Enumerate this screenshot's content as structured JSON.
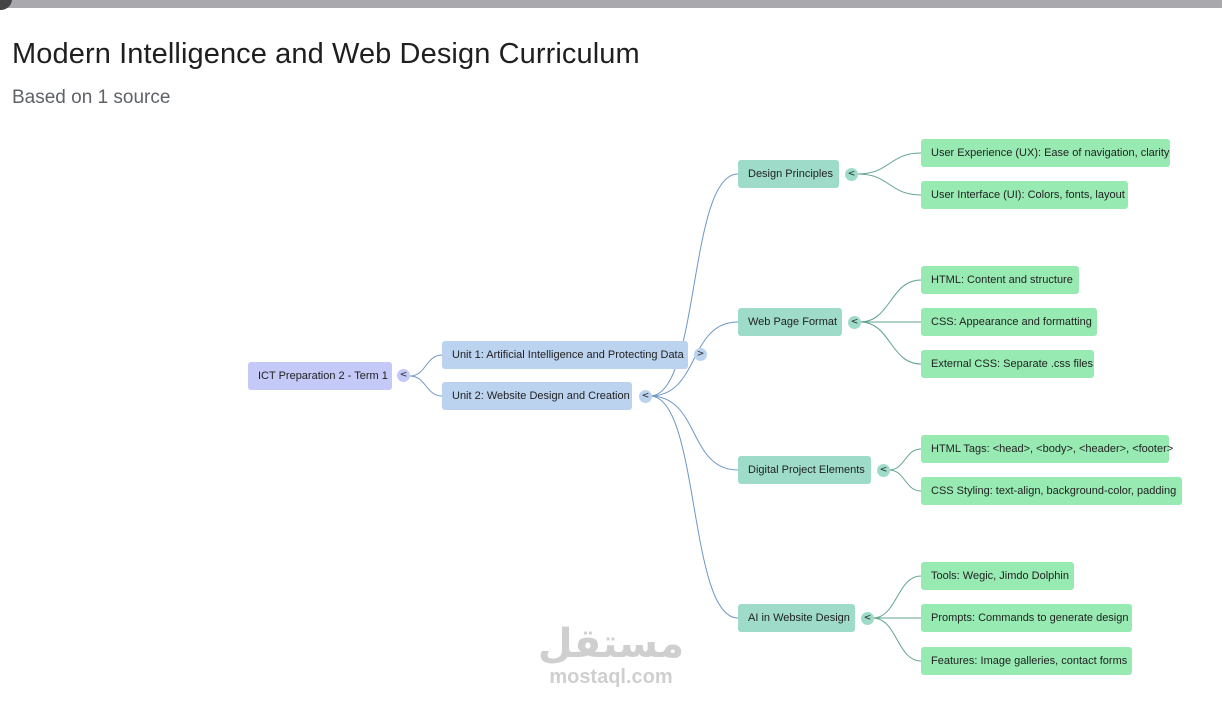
{
  "page": {
    "title": "Modern Intelligence and Web Design Curriculum",
    "subtitle": "Based on 1 source"
  },
  "mindmap": {
    "root": {
      "label": "ICT Preparation 2 - Term 1",
      "toggle": "<"
    },
    "units": [
      {
        "label": "Unit 1: Artificial Intelligence and Protecting Data",
        "toggle": ">"
      },
      {
        "label": "Unit 2: Website Design and Creation",
        "toggle": "<"
      }
    ],
    "topics": [
      {
        "label": "Design Principles",
        "toggle": "<",
        "leaves": [
          "User Experience (UX): Ease of navigation, clarity",
          "User Interface (UI): Colors, fonts, layout"
        ]
      },
      {
        "label": "Web Page Format",
        "toggle": "<",
        "leaves": [
          "HTML: Content and structure",
          "CSS: Appearance and formatting",
          "External CSS: Separate .css files"
        ]
      },
      {
        "label": "Digital Project Elements",
        "toggle": "<",
        "leaves": [
          "HTML Tags: <head>, <body>, <header>, <footer>",
          "CSS Styling: text-align, background-color, padding"
        ]
      },
      {
        "label": "AI in Website Design",
        "toggle": "<",
        "leaves": [
          "Tools: Wegic, Jimdo Dolphin",
          "Prompts: Commands to generate design",
          "Features: Image galleries, contact forms"
        ]
      }
    ]
  },
  "watermark": {
    "mark": "مستقل",
    "site": "mostaql.com"
  },
  "colors": {
    "root": "#c5c9f7",
    "unit": "#bcd3ef",
    "topic": "#9edcc9",
    "leaf": "#98eab3",
    "link_blue": "#6f97c4",
    "link_green": "#5fa58b"
  }
}
